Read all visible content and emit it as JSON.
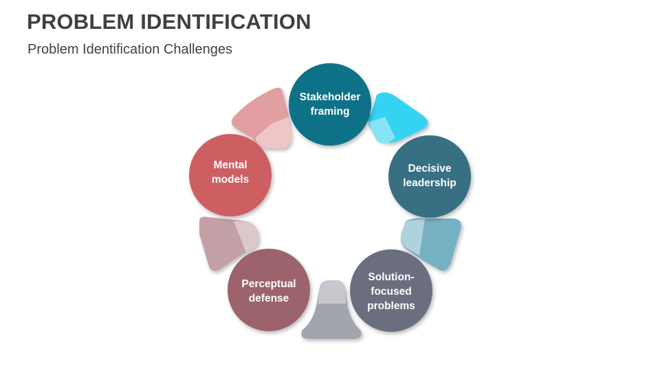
{
  "header": {
    "title": "PROBLEM IDENTIFICATION",
    "subtitle": "Problem Identification Challenges"
  },
  "diagram": {
    "type": "cycle",
    "nodes": [
      {
        "label": "Stakeholder framing",
        "color": "#0A7188"
      },
      {
        "label": "Decisive leadership",
        "color": "#386F83"
      },
      {
        "label": "Solution-focused problems",
        "color": "#6B6E7E"
      },
      {
        "label": "Perceptual defense",
        "color": "#9C636C"
      },
      {
        "label": "Mental models",
        "color": "#CD5F63"
      }
    ],
    "connectors": [
      {
        "between": "Stakeholder framing → Decisive leadership",
        "color": "#34D3F2",
        "light": "#86E4F6"
      },
      {
        "between": "Decisive leadership → Solution-focused problems",
        "color": "#76B1C3",
        "light": "#AFD2DC"
      },
      {
        "between": "Solution-focused problems → Perceptual defense",
        "color": "#A2A5AE",
        "light": "#C6C8CD"
      },
      {
        "between": "Perceptual defense → Mental models",
        "color": "#C2A0A6",
        "light": "#DCC7CA"
      },
      {
        "between": "Mental models → Stakeholder framing",
        "color": "#E19FA2",
        "light": "#EEC6C8"
      }
    ]
  }
}
